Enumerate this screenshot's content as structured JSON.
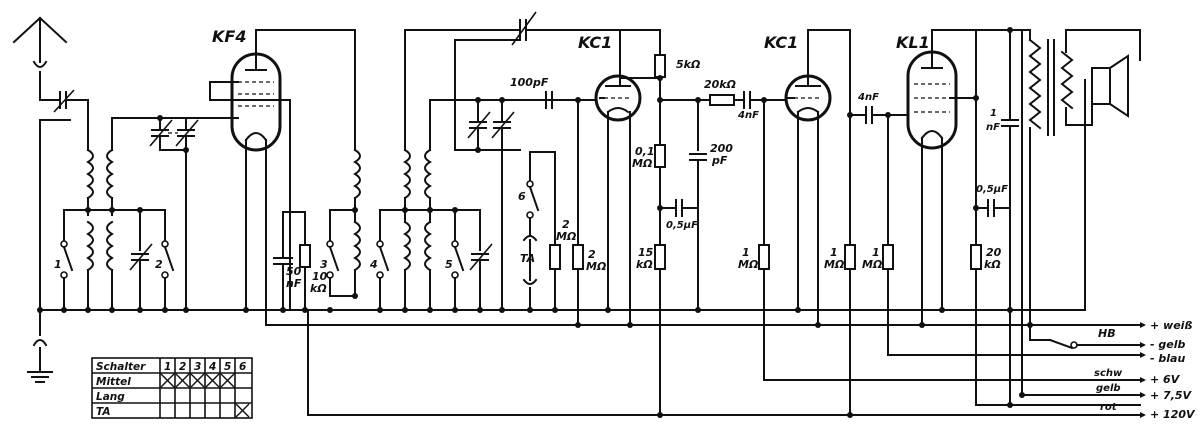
{
  "tubes": [
    "KF4",
    "KC1",
    "KC1",
    "KL1"
  ],
  "components": {
    "c_100pf": "100pF",
    "r_5k": "5kΩ",
    "r_20k": "20kΩ",
    "c_4nf_a": "4nF",
    "c_4nf_b": "4nF",
    "c_200pf": "200",
    "c_200pf_unit": "pF",
    "r_01m": "0,1",
    "r_01m_unit": "MΩ",
    "c_05uf_a": "0,5μF",
    "c_05uf_b": "0,5μF",
    "c_50nf": "50",
    "c_50nf_unit": "nF",
    "r_10k": "10",
    "r_10k_unit": "kΩ",
    "r_2m_a": "2",
    "r_2m_a_unit": "MΩ",
    "r_2m_b": "2",
    "r_2m_b_unit": "MΩ",
    "r_15k": "15",
    "r_15k_unit": "kΩ",
    "r_1m_a": "1",
    "r_1m_a_unit": "MΩ",
    "r_1m_b": "1",
    "r_1m_b_unit": "MΩ",
    "r_1m_c": "1",
    "r_1m_c_unit": "MΩ",
    "r_20k_b": "20",
    "r_20k_b_unit": "kΩ",
    "c_1nf": "1",
    "c_1nf_unit": "nF",
    "ta": "TA",
    "hb": "HB",
    "sw1": "1",
    "sw2": "2",
    "sw3": "3",
    "sw4": "4",
    "sw5": "5",
    "sw6": "6"
  },
  "bus": {
    "weiss": "+ weiß",
    "gelb": "- gelb",
    "blau": "- blau",
    "plus6": "+ 6V",
    "plus75": "+ 7,5V",
    "plus120": "+ 120V",
    "schw": "schw",
    "gelb_wire": "gelb",
    "rot": "rot"
  },
  "switch_table": {
    "header": [
      "Schalter",
      "1",
      "2",
      "3",
      "4",
      "5",
      "6"
    ],
    "rows": [
      {
        "label": "Mittel",
        "marks": [
          true,
          true,
          true,
          true,
          true,
          false
        ]
      },
      {
        "label": "Lang",
        "marks": [
          false,
          false,
          false,
          false,
          false,
          false
        ]
      },
      {
        "label": "TA",
        "marks": [
          false,
          false,
          false,
          false,
          false,
          true
        ]
      }
    ]
  }
}
